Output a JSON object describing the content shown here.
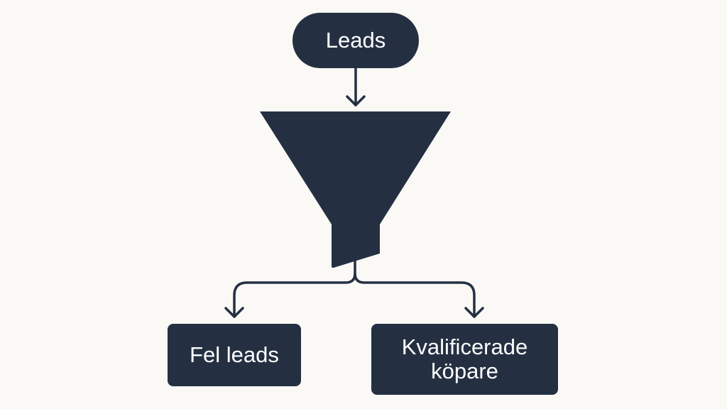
{
  "nodes": {
    "input": "Leads",
    "rejected": "Fel leads",
    "qualified_line1": "Kvalificerade",
    "qualified_line2": "köpare"
  },
  "colors": {
    "node": "#243042",
    "background": "#fbf9f6",
    "text": "#ffffff"
  }
}
